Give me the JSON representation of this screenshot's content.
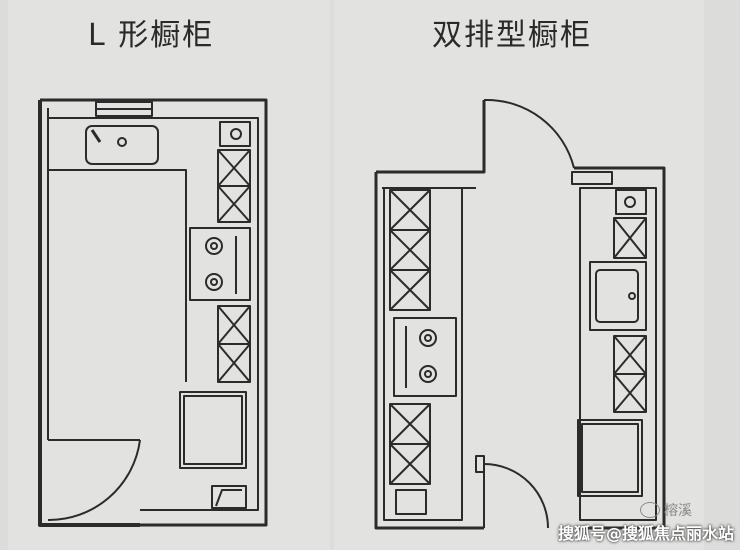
{
  "left_plan": {
    "title": "L 形橱柜"
  },
  "right_plan": {
    "title": "双排型橱柜"
  },
  "watermark": {
    "brand_icon": "wechat-icon",
    "brand": "榕溪",
    "text": "搜狐号@搜狐焦点丽水站"
  },
  "colors": {
    "paper": "#e2e2e0",
    "ink": "#2b2b2b"
  }
}
